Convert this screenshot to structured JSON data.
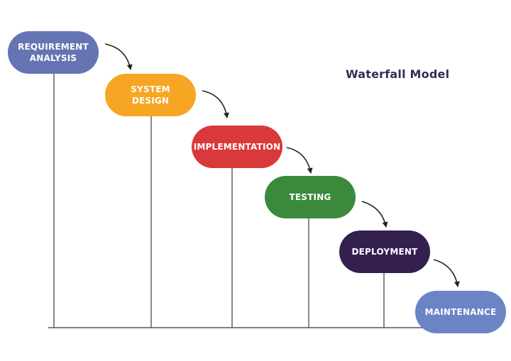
{
  "title": "Waterfall Model",
  "stages": [
    {
      "label": "REQUIREMENT\nANALYSIS",
      "color": "#6574b2"
    },
    {
      "label": "SYSTEM\nDESIGN",
      "color": "#f6a623"
    },
    {
      "label": "IMPLEMENTATION",
      "color": "#d9393a"
    },
    {
      "label": "TESTING",
      "color": "#3b8a3c"
    },
    {
      "label": "DEPLOYMENT",
      "color": "#33204f"
    },
    {
      "label": "MAINTENANCE",
      "color": "#6b84c6"
    }
  ],
  "colors": {
    "line": "#555555",
    "arrow": "#222222",
    "title": "#3a2a56"
  }
}
